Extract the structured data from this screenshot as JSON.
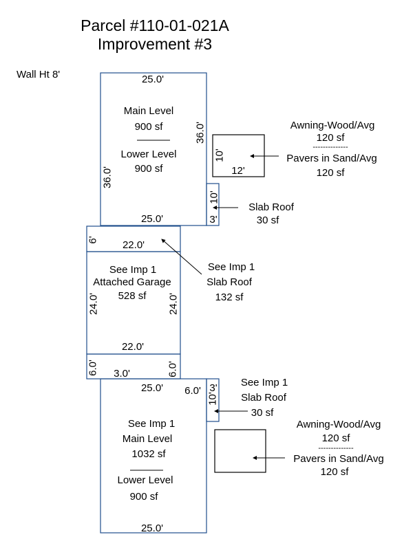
{
  "title": {
    "parcel": "Parcel #110-01-021A",
    "improvement": "Improvement #3"
  },
  "wall_height": "Wall Ht 8'",
  "upper_section": {
    "top_dim": "25.0'",
    "bottom_dim": "25.0'",
    "right_dim": "36.0'",
    "left_dim": "36.0'",
    "main_label": "Main Level",
    "main_area": "900 sf",
    "lower_label": "Lower Level",
    "lower_area": "900 sf"
  },
  "awning_top": {
    "dim_side": "10'",
    "dim_bottom": "12'",
    "label1": "Awning-Wood/Avg",
    "area1": "120 sf",
    "divider": "--------------",
    "label2": "Pavers in Sand/Avg",
    "area2": "120 sf"
  },
  "slab_top": {
    "dim_side": "10'",
    "dim_bottom": "3'",
    "label": "Slab Roof",
    "area": "30 sf"
  },
  "garage_slab": {
    "dim_side": "6'",
    "dim_top": "22.0'",
    "label1": "See Imp 1",
    "label2": "Slab Roof",
    "area": "132 sf"
  },
  "garage": {
    "label1": "See Imp 1",
    "label2": "Attached Garage",
    "area": "528 sf",
    "left_dim": "24.0'",
    "right_dim": "24.0'",
    "bottom_dim": "22.0'"
  },
  "connector": {
    "left_dim": "6.0'",
    "mid_dim": "3.0'",
    "right_dim": "6.0'"
  },
  "slab_bottom": {
    "dim_left": "6.0'",
    "dim_top": "3'",
    "dim_side": "10'",
    "label1": "See Imp 1",
    "label2": "Slab Roof",
    "area": "30 sf"
  },
  "lower_section": {
    "top_dim": "25.0'",
    "bottom_dim": "25.0'",
    "label1": "See Imp 1",
    "main_label": "Main Level",
    "main_area": "1032 sf",
    "lower_label": "Lower Level",
    "lower_area": "900 sf"
  },
  "awning_bottom": {
    "label1": "Awning-Wood/Avg",
    "area1": "120 sf",
    "divider": "--------------",
    "label2": "Pavers in Sand/Avg",
    "area2": "120 sf"
  },
  "colors": {
    "outline": "#1f4e8c",
    "line": "#000000",
    "text": "#000000"
  }
}
